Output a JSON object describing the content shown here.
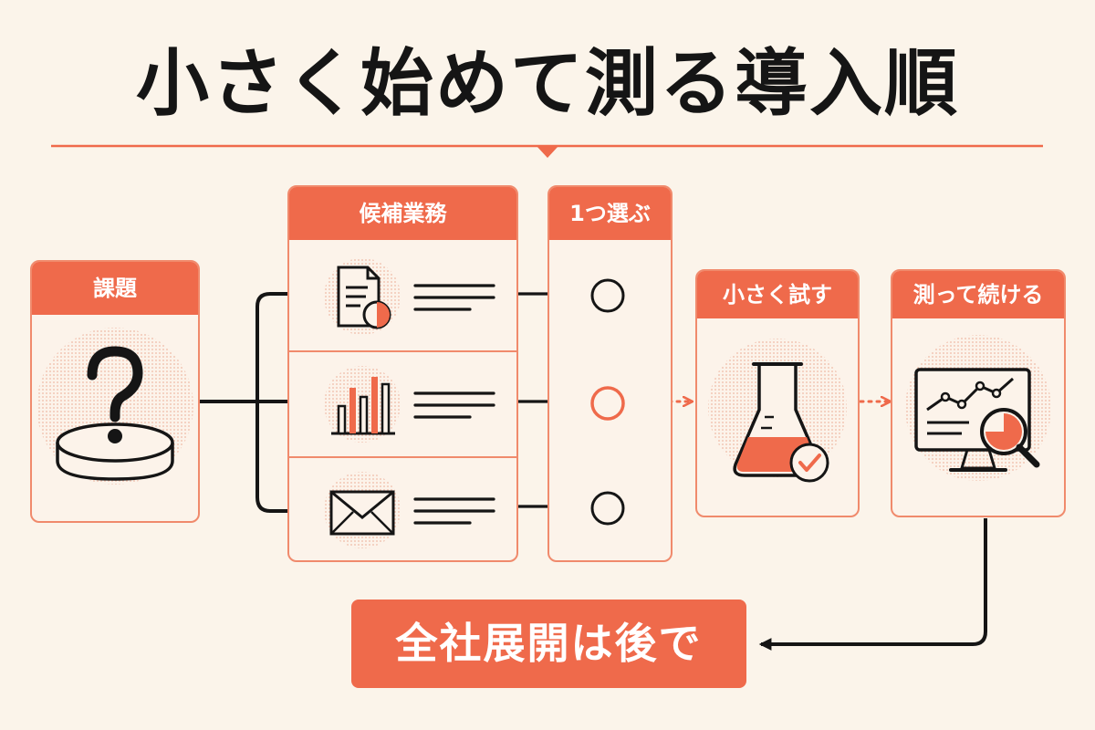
{
  "title": "小さく始めて測る導入順",
  "steps": {
    "issue": {
      "label": "課題",
      "icon": "question-on-disc-icon"
    },
    "candidates": {
      "label": "候補業務",
      "items": [
        {
          "icon": "document-chart-icon"
        },
        {
          "icon": "bar-chart-icon"
        },
        {
          "icon": "envelope-icon"
        }
      ]
    },
    "choose": {
      "label": "1つ選ぶ",
      "selected_index": 1
    },
    "try_small": {
      "label": "小さく試す",
      "icon": "flask-check-icon"
    },
    "measure": {
      "label": "測って続ける",
      "icon": "monitor-magnifier-icon"
    }
  },
  "footer": {
    "label": "全社展開は後で"
  },
  "colors": {
    "accent": "#ef6a4b",
    "border": "#f08a6c",
    "background": "#fbf4ea",
    "ink": "#151515"
  }
}
